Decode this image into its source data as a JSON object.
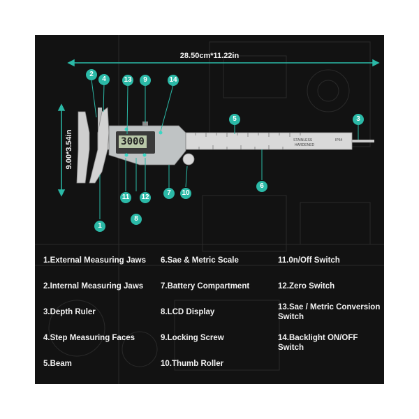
{
  "accent_color": "#2bb9a7",
  "background_color": "#121212",
  "dimensions": {
    "width_label": "28.50cm*11.22in",
    "height_label": "9.00*3.54in"
  },
  "lcd": {
    "reading": "3000"
  },
  "beam": {
    "text_top": "STAINLESS",
    "text_bottom": "HARDENED",
    "model": "IP54"
  },
  "callout_numbers": [
    "1",
    "2",
    "3",
    "4",
    "5",
    "6",
    "7",
    "8",
    "9",
    "10",
    "11",
    "12",
    "13",
    "14"
  ],
  "legend": [
    "1.External Measuring Jaws",
    "2.Internal Measuring Jaws",
    "3.Depth Ruler",
    "4.Step Measuring Faces",
    "5.Beam",
    "6.Sae & Metric Scale",
    "7.Battery Compartment",
    "8.LCD Display",
    "9.Locking Screw",
    "10.Thumb Roller",
    "11.0n/Off Switch",
    "12.Zero Switch",
    "13.Sae / Metric Conversion Switch",
    "14.Backlight ON/OFF Switch"
  ]
}
